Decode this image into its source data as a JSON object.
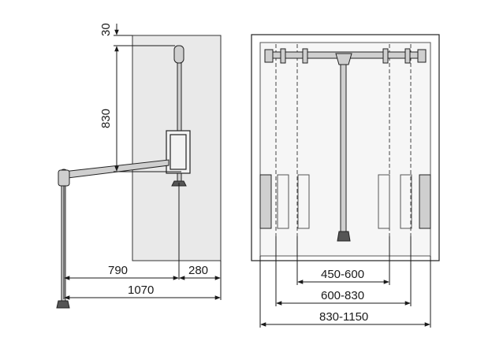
{
  "dimensions": {
    "side_top_gap": "30",
    "side_height": "830",
    "side_depth_left": "790",
    "side_depth_right": "280",
    "side_total": "1070",
    "front_inner": "450-600",
    "front_mid": "600-830",
    "front_outer": "830-1150"
  }
}
